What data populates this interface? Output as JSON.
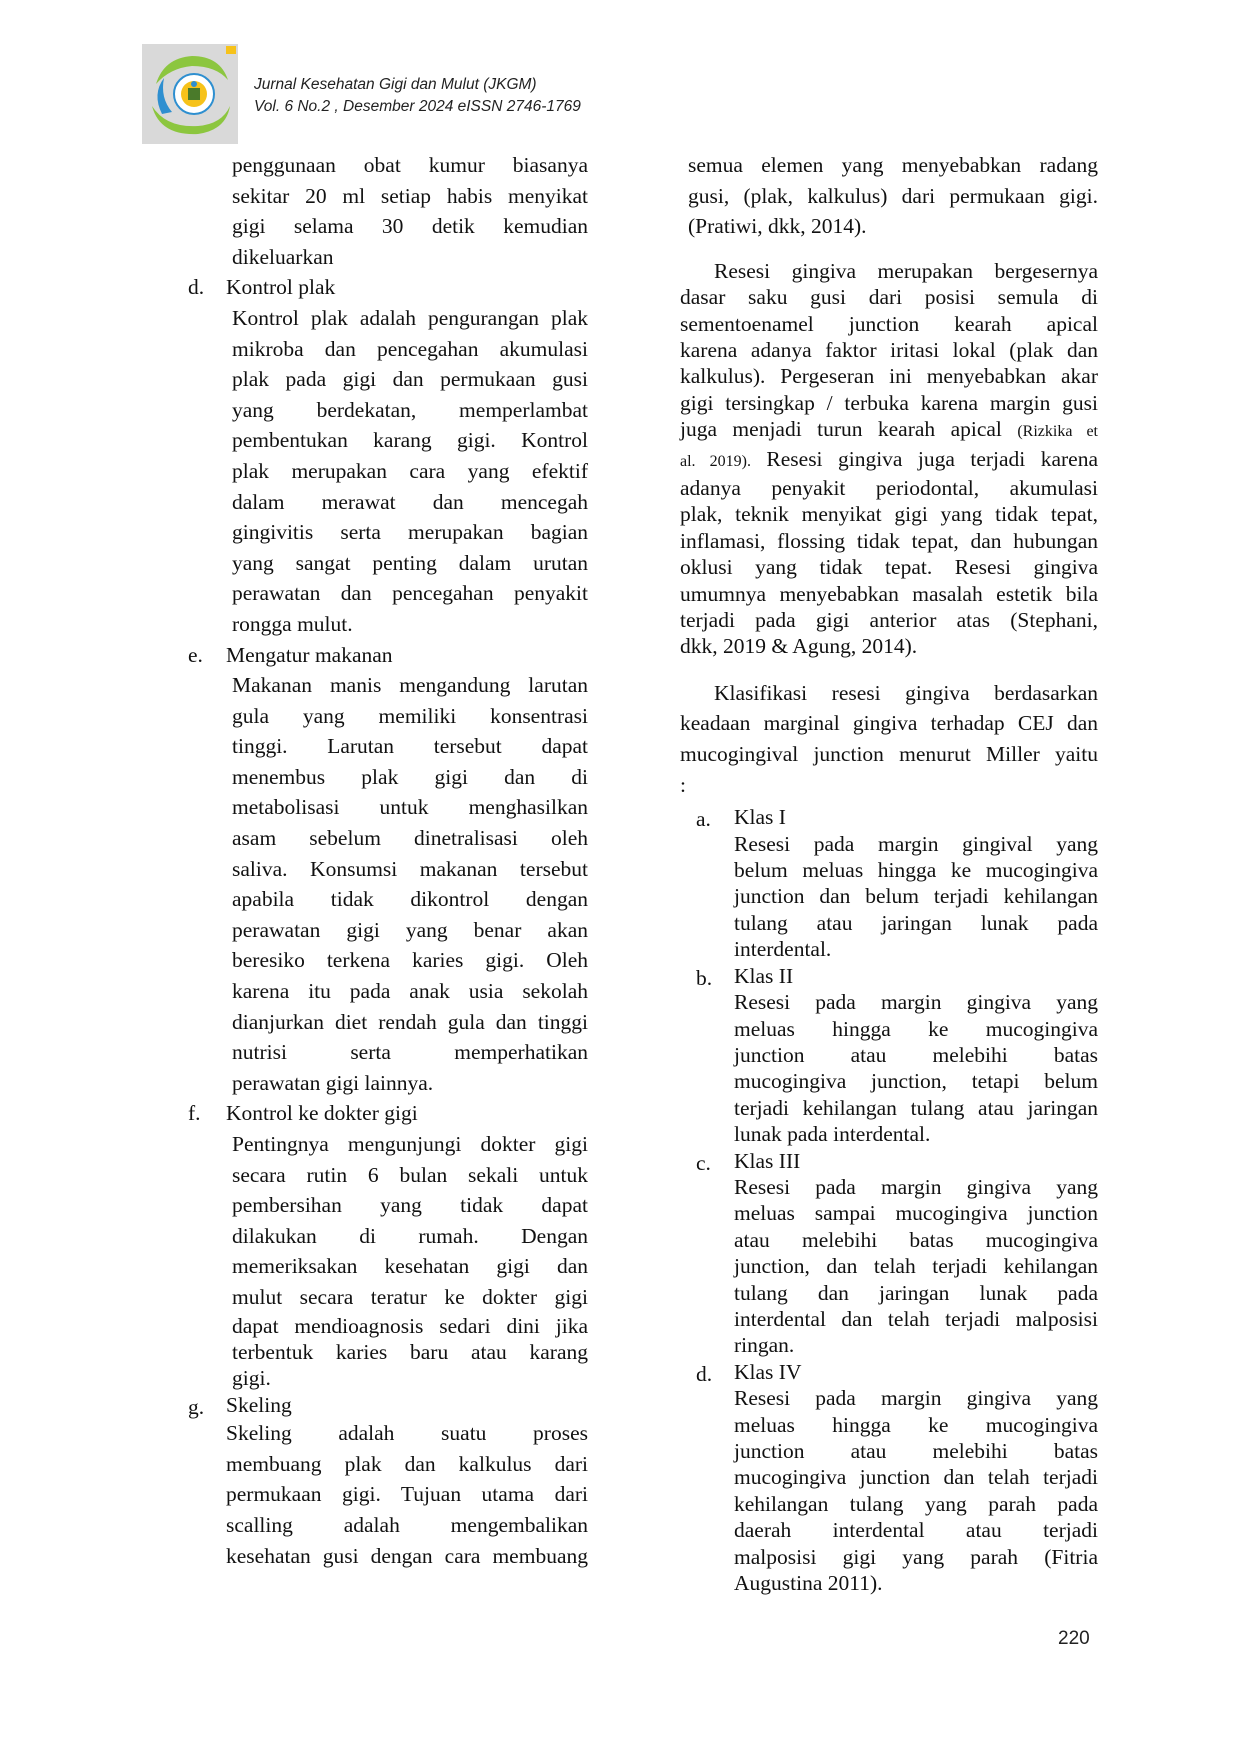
{
  "header": {
    "journal": "Jurnal Kesehatan Gigi dan Mulut (JKGM)",
    "volume": "Vol. 6  No.2 , Desember 2024  eISSN 2746-1769",
    "colors": {
      "logo_green": "#8cc63f",
      "logo_blue": "#2e8fd0",
      "logo_yellow": "#f6c21a",
      "logo_bg": "#d9d9d9"
    }
  },
  "left": {
    "cont_lines": [
      "penggunaan obat kumur biasanya",
      "sekitar 20 ml setiap habis menyikat",
      "gigi selama 30 detik kemudian",
      "dikeluarkan"
    ],
    "d": {
      "marker": "d.",
      "title": "Kontrol plak",
      "lines": [
        "Kontrol plak adalah pengurangan plak",
        "mikroba dan pencegahan akumulasi",
        "plak pada gigi dan permukaan gusi",
        "yang berdekatan, memperlambat",
        "pembentukan karang gigi. Kontrol",
        "plak merupakan cara yang efektif",
        "dalam merawat dan mencegah",
        "gingivitis serta merupakan bagian",
        "yang sangat penting dalam urutan",
        "perawatan dan pencegahan penyakit",
        "rongga mulut."
      ]
    },
    "e": {
      "marker": "e.",
      "title": "Mengatur makanan",
      "lines": [
        "Makanan manis mengandung larutan",
        "gula yang memiliki konsentrasi",
        "tinggi. Larutan tersebut dapat",
        "menembus plak gigi dan di",
        "metabolisasi untuk menghasilkan",
        "asam sebelum dinetralisasi oleh",
        "saliva. Konsumsi makanan tersebut",
        "apabila tidak dikontrol dengan",
        "perawatan gigi yang benar akan",
        "beresiko terkena karies gigi. Oleh",
        "karena itu pada anak usia sekolah",
        "dianjurkan diet rendah gula dan tinggi",
        "nutrisi serta memperhatikan",
        "perawatan gigi lainnya."
      ]
    },
    "f": {
      "marker": "f.",
      "title": "Kontrol ke dokter gigi",
      "lines": [
        "Pentingnya mengunjungi dokter gigi",
        "secara rutin 6 bulan sekali untuk",
        "pembersihan yang tidak dapat",
        "dilakukan di rumah. Dengan",
        "memeriksakan kesehatan gigi dan",
        "mulut secara teratur ke dokter gigi",
        "dapat mendioagnosis sedari dini jika",
        "terbentuk karies baru atau karang",
        "gigi."
      ]
    },
    "g": {
      "marker": "g.",
      "title": "Skeling",
      "lines": [
        "Skeling adalah suatu proses",
        "membuang plak dan kalkulus dari",
        "permukaan gigi. Tujuan utama dari",
        "scalling adalah mengembalikan",
        "kesehatan gusi dengan cara membuang"
      ]
    }
  },
  "right": {
    "cont_lines": [
      "semua elemen yang menyebabkan radang",
      "gusi, (plak, kalkulus) dari permukaan gigi.",
      "(Pratiwi, dkk, 2014)."
    ],
    "para1_lines": [
      "Resesi gingiva merupakan bergesernya",
      "dasar saku gusi dari posisi semula di",
      "sementoenamel junction kearah apical",
      "karena adanya faktor iritasi lokal (plak dan",
      "kalkulus). Pergeseran ini menyebabkan akar",
      "gigi tersingkap / terbuka karena margin gusi",
      "juga menjadi turun kearah apical"
    ],
    "para1_cite_a": "(Rizkika et",
    "para1_cite_b": "al. 2019).",
    "para1_lines_b": [
      " Resesi gingiva juga terjadi karena",
      "adanya penyakit periodontal, akumulasi",
      "plak, teknik menyikat gigi yang tidak tepat,",
      "inflamasi, flossing tidak tepat, dan hubungan",
      "oklusi yang tidak tepat. Resesi gingiva",
      "umumnya menyebabkan masalah estetik bila",
      "terjadi pada gigi anterior atas (Stephani,",
      "dkk, 2019 & Agung, 2014)."
    ],
    "para2_lines": [
      "Klasifikasi resesi gingiva berdasarkan",
      "keadaan marginal gingiva terhadap CEJ dan",
      "mucogingival junction menurut Miller yaitu",
      ":"
    ],
    "a": {
      "marker": "a.",
      "title": "Klas I",
      "lines": [
        "Resesi pada margin gingival yang",
        "belum meluas hingga ke mucogingiva",
        "junction dan belum terjadi kehilangan",
        "tulang atau jaringan lunak pada",
        "interdental."
      ]
    },
    "b": {
      "marker": "b.",
      "title": "Klas II",
      "lines": [
        "Resesi pada margin gingiva yang",
        "meluas hingga ke mucogingiva",
        "junction atau melebihi batas",
        "mucogingiva junction, tetapi belum",
        "terjadi kehilangan tulang atau jaringan",
        "lunak pada interdental."
      ]
    },
    "c": {
      "marker": "c.",
      "title": "Klas III",
      "lines": [
        "Resesi pada margin gingiva yang",
        "meluas sampai mucogingiva junction",
        "atau melebihi batas mucogingiva",
        "junction, dan telah terjadi kehilangan",
        "tulang dan jaringan lunak pada",
        "interdental dan telah terjadi malposisi",
        "ringan."
      ]
    },
    "d": {
      "marker": "d.",
      "title": "Klas IV",
      "lines": [
        "Resesi pada margin gingiva yang",
        "meluas hingga ke mucogingiva",
        "junction atau melebihi batas",
        "mucogingiva junction dan telah terjadi",
        "kehilangan tulang yang parah pada",
        "daerah interdental atau terjadi",
        "malposisi gigi yang parah (Fitria",
        "Augustina 2011)."
      ]
    }
  },
  "page_number": "220"
}
